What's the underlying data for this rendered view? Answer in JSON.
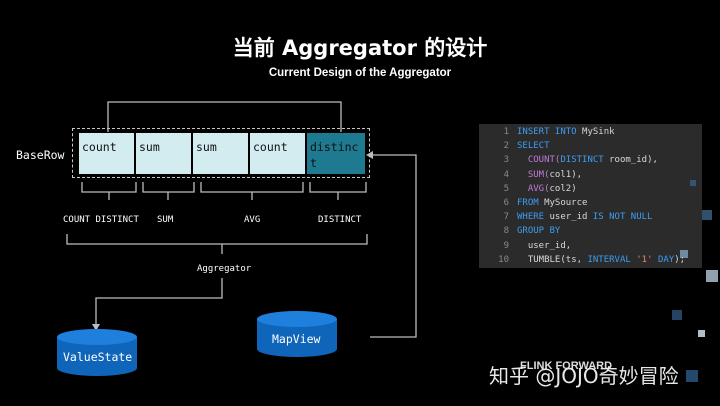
{
  "title": "当前 Aggregator 的设计",
  "subtitle": "Current Design of the Aggregator",
  "base_row": {
    "label": "BaseRow",
    "cells": [
      {
        "text": "count"
      },
      {
        "text": "sum"
      },
      {
        "text": "sum"
      },
      {
        "text": "count"
      },
      {
        "text": "distinct"
      }
    ]
  },
  "groups": {
    "count_distinct": "COUNT DISTINCT",
    "sum": "SUM",
    "avg": "AVG",
    "distinct": "DISTINCT"
  },
  "aggregator_label": "Aggregator",
  "value_state": "ValueState",
  "map_view": "MapView",
  "code": [
    {
      "n": "1",
      "parts": [
        {
          "t": "INSERT INTO ",
          "c": "kw"
        },
        {
          "t": "MySink",
          "c": "plain"
        }
      ]
    },
    {
      "n": "2",
      "parts": [
        {
          "t": "SELECT",
          "c": "kw"
        }
      ]
    },
    {
      "n": "3",
      "parts": [
        {
          "t": "  COUNT(",
          "c": "fn"
        },
        {
          "t": "DISTINCT",
          "c": "kw"
        },
        {
          "t": " room_id),",
          "c": "plain"
        }
      ]
    },
    {
      "n": "4",
      "parts": [
        {
          "t": "  SUM(",
          "c": "fn"
        },
        {
          "t": "col1),",
          "c": "plain"
        }
      ]
    },
    {
      "n": "5",
      "parts": [
        {
          "t": "  AVG(",
          "c": "fn"
        },
        {
          "t": "col2)",
          "c": "plain"
        }
      ]
    },
    {
      "n": "6",
      "parts": [
        {
          "t": "FROM ",
          "c": "kw"
        },
        {
          "t": "MySource",
          "c": "plain"
        }
      ]
    },
    {
      "n": "7",
      "parts": [
        {
          "t": "WHERE ",
          "c": "kw"
        },
        {
          "t": "user_id ",
          "c": "plain"
        },
        {
          "t": "IS NOT NULL",
          "c": "kw"
        }
      ]
    },
    {
      "n": "8",
      "parts": [
        {
          "t": "GROUP BY",
          "c": "kw"
        }
      ]
    },
    {
      "n": "9",
      "parts": [
        {
          "t": "  user_id,",
          "c": "plain"
        }
      ]
    },
    {
      "n": "10",
      "parts": [
        {
          "t": "  TUMBLE(",
          "c": "plain"
        },
        {
          "t": "ts, ",
          "c": "plain"
        },
        {
          "t": "INTERVAL ",
          "c": "kw"
        },
        {
          "t": "'1' ",
          "c": "str"
        },
        {
          "t": "DAY",
          "c": "kw"
        },
        {
          "t": ");",
          "c": "plain"
        }
      ]
    }
  ],
  "watermark": "知乎 @JOJO奇妙冒险",
  "brand": "FLINK FORWARD"
}
